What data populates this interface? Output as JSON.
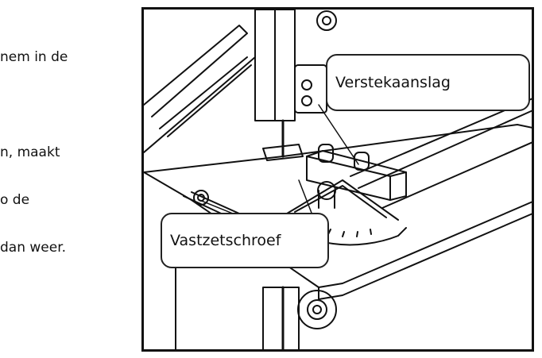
{
  "left_text": {
    "line1": "nem in de",
    "line2": "",
    "line3": "n, maakt",
    "line4": "o de",
    "line5": "dan weer."
  },
  "callouts": {
    "top": "Verstekaanslag",
    "left": "Vastzetschroef"
  }
}
